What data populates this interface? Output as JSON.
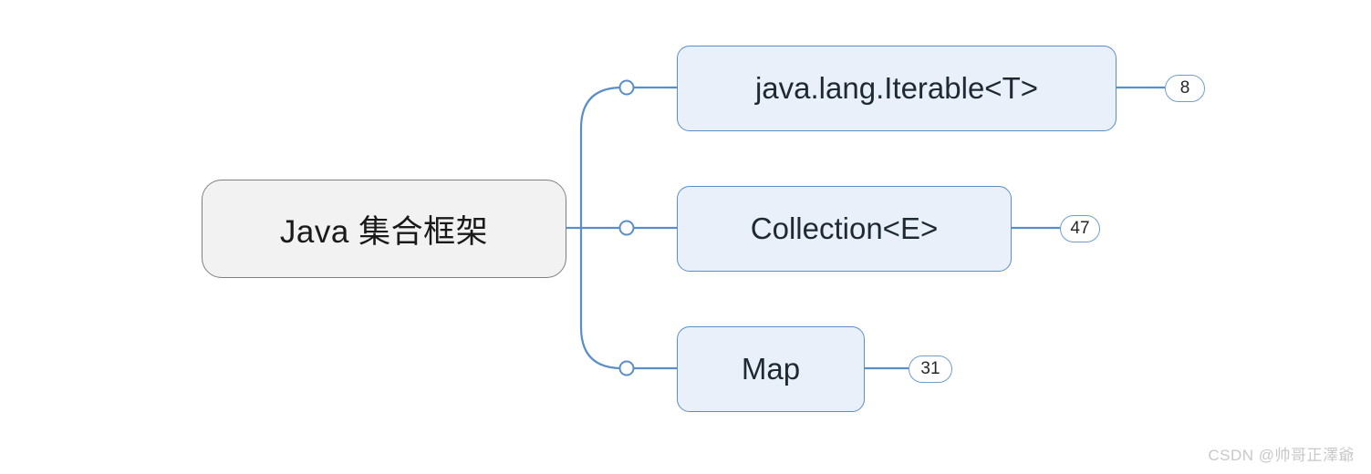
{
  "diagram": {
    "type": "mindmap",
    "orientation": "left-to-right",
    "root": {
      "label": "Java 集合框架",
      "fill": "#f2f2f2",
      "border": "#7f7f7f"
    },
    "branch_color": "#5a8ec8",
    "children": [
      {
        "id": "iterable",
        "label": "java.lang.Iterable<T>",
        "badge": "8",
        "fill": "#eaf0fa",
        "border": "#5a8ec8",
        "toggle_icon": "collapse-circle-icon"
      },
      {
        "id": "collection",
        "label": "Collection<E>",
        "badge": "47",
        "fill": "#eaf0fa",
        "border": "#5a8ec8",
        "toggle_icon": "collapse-circle-icon"
      },
      {
        "id": "map",
        "label": "Map",
        "badge": "31",
        "fill": "#eaf0fa",
        "border": "#5a8ec8",
        "toggle_icon": "collapse-circle-icon"
      }
    ]
  },
  "watermark": {
    "text": "CSDN @帅哥正澤爺",
    "color": "#c8c8c8"
  }
}
